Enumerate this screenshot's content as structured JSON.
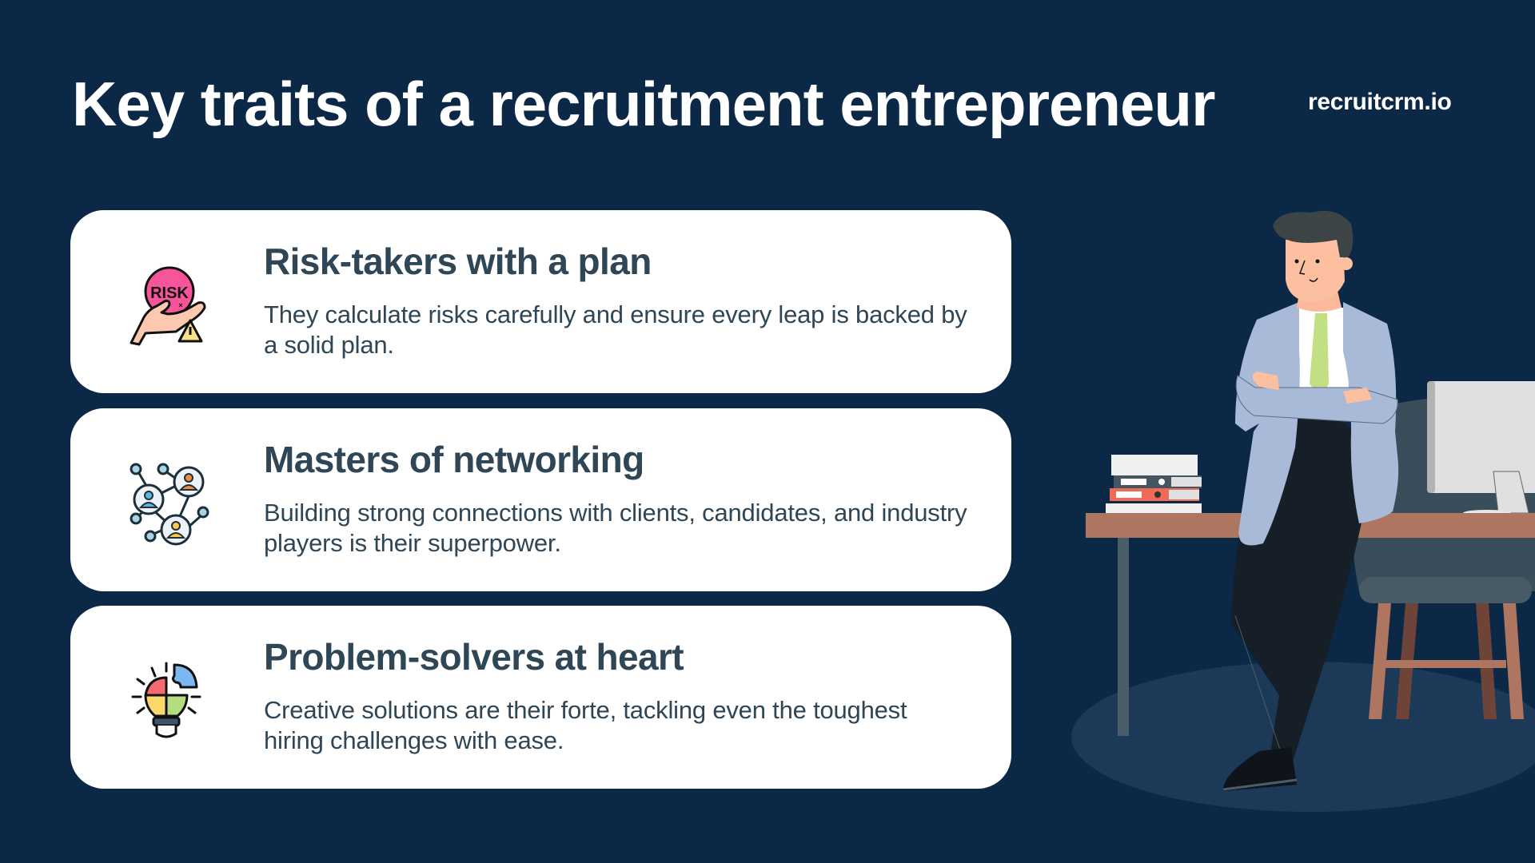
{
  "header": {
    "title": "Key traits of a recruitment entrepreneur",
    "brand": "recruitcrm.io"
  },
  "cards": [
    {
      "icon": "risk-hand-icon",
      "icon_text": "RISK",
      "heading": "Risk-takers with a plan",
      "description": "They calculate risks carefully and ensure every leap is backed by a solid plan."
    },
    {
      "icon": "network-people-icon",
      "heading": "Masters of networking",
      "description": "Building strong connections with clients, candidates, and industry players is their superpower."
    },
    {
      "icon": "puzzle-lightbulb-icon",
      "heading": "Problem-solvers at heart",
      "description": "Creative solutions are their forte, tackling even the toughest hiring challenges with ease."
    }
  ],
  "illustration": {
    "subject": "businessman-leaning-on-desk",
    "elements": [
      "man-with-crossed-arms",
      "desk",
      "stack-of-books-and-binders",
      "computer-monitor",
      "chair",
      "floor-shadow"
    ]
  },
  "colors": {
    "background": "#0b2847",
    "card": "#ffffff",
    "text_dark": "#2f4656",
    "title": "#ffffff",
    "risk_pink": "#f7559a",
    "tie_green": "#c2e083",
    "suit_blue": "#a9b9d8",
    "desk_brown": "#ae7561",
    "floor": "#1c3957"
  }
}
